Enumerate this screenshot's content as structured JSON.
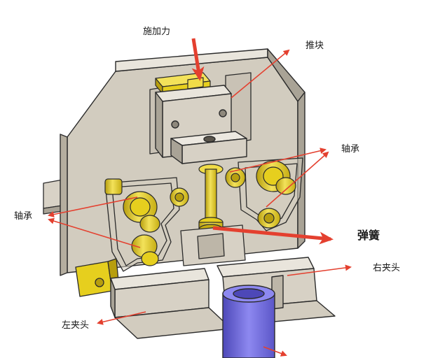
{
  "labels": {
    "force": "施加力",
    "push_block": "推块",
    "bearing_right": "轴承",
    "bearing_left": "轴承",
    "spring": "弹簧",
    "right_clamp": "右夹头",
    "left_clamp": "左夹头"
  },
  "colors": {
    "arrow": "#e4402f",
    "plate": "#d2ccbf",
    "plate_dark": "#a9a396",
    "plate_light": "#e9e5dc",
    "brass": "#e6cf1e",
    "brass_dark": "#b79e0e",
    "purple": "#7873e6",
    "purple_dark": "#4d48b8",
    "outline": "#2b2b2b"
  }
}
